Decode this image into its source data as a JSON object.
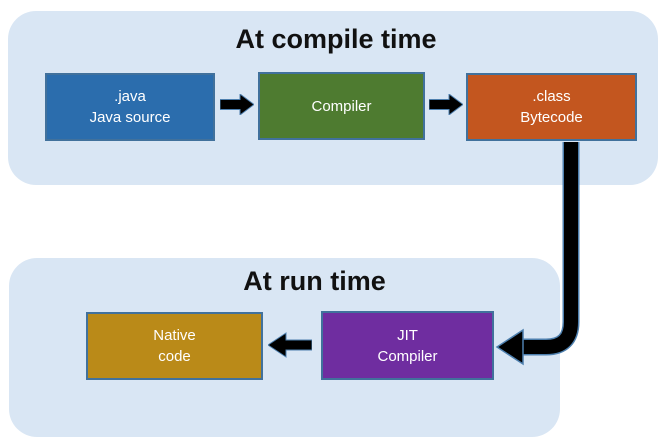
{
  "sections": {
    "compile": {
      "title": "At compile time",
      "background": "#d9e6f4"
    },
    "runtime": {
      "title": "At run time",
      "background": "#d9e6f4"
    }
  },
  "boxes": {
    "java_source": {
      "line1": ".java",
      "line2": "Java source",
      "color": "#2b6dad",
      "text_color": "#ffffff"
    },
    "compiler": {
      "line1": "Compiler",
      "line2": "",
      "color": "#4e7b30",
      "text_color": "#ffffff"
    },
    "bytecode": {
      "line1": ".class",
      "line2": "Bytecode",
      "color": "#c3561f",
      "text_color": "#ffffff"
    },
    "native_code": {
      "line1": "Native",
      "line2": "code",
      "color": "#ba8a18",
      "text_color": "#ffffff"
    },
    "jit_compiler": {
      "line1": "JIT",
      "line2": "Compiler",
      "color": "#6f2da0",
      "text_color": "#ffffff"
    }
  },
  "arrows": {
    "java_to_compiler": {
      "icon": "arrow-right-icon",
      "color": "#000000"
    },
    "compiler_to_class": {
      "icon": "arrow-right-icon",
      "color": "#000000"
    },
    "jit_to_native": {
      "icon": "arrow-left-icon",
      "color": "#000000"
    },
    "class_to_jit": {
      "icon": "arrow-curved-down-left-icon",
      "color": "#000000"
    }
  },
  "accents": {
    "box_border": "#41719c",
    "arrow_outline": "#4d7fae",
    "title_color": "#111111"
  }
}
